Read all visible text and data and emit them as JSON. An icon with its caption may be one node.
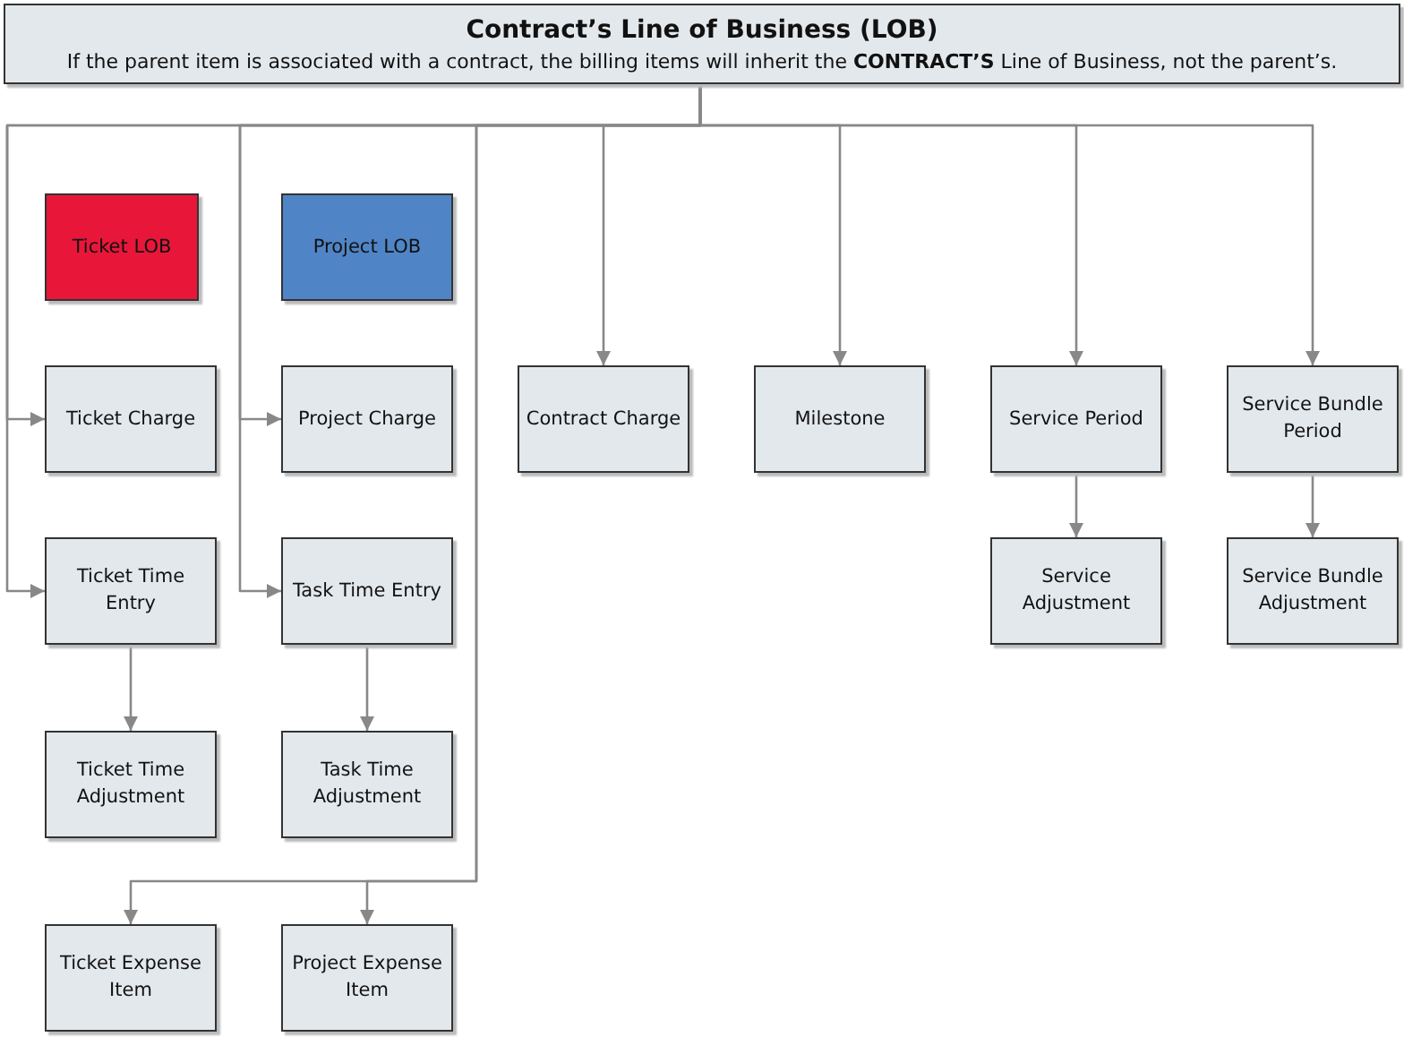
{
  "diagram": {
    "nodes": [
      {
        "text": [
          "Contract’s Line of Business (LOB)",
          "If the parent item is associated with a contract, the billing items will inherit the **CONTRACT’S** Line of Business, not the parent’s."
        ]
      },
      {
        "text": [
          "Ticket LOB"
        ]
      },
      {
        "text": [
          "Project LOB"
        ]
      },
      {
        "text": [
          "Ticket Charge"
        ]
      },
      {
        "text": [
          "Project Charge"
        ]
      },
      {
        "text": [
          "Contract Charge"
        ]
      },
      {
        "text": [
          "Milestone"
        ]
      },
      {
        "text": [
          "Service Period"
        ]
      },
      {
        "text": [
          "Service Bundle Period"
        ]
      },
      {
        "text": [
          "Ticket Time Entry"
        ]
      },
      {
        "text": [
          "Task Time Entry"
        ]
      },
      {
        "text": [
          "Service Adjustment"
        ]
      },
      {
        "text": [
          "Service Bundle Adjustment"
        ]
      },
      {
        "text": [
          "Ticket Time Adjustment"
        ]
      },
      {
        "text": [
          "Task Time Adjustment"
        ]
      },
      {
        "text": [
          "Ticket Expense Item"
        ]
      },
      {
        "text": [
          "Project Expense Item"
        ]
      }
    ],
    "edges": [
      {
        "from": 0,
        "to": 3,
        "arrow": "to"
      },
      {
        "from": 0,
        "to": 9,
        "arrow": "to"
      },
      {
        "from": 0,
        "to": 4,
        "arrow": "to"
      },
      {
        "from": 0,
        "to": 10,
        "arrow": "to"
      },
      {
        "from": 0,
        "to": 15,
        "arrow": "to"
      },
      {
        "from": 0,
        "to": 16,
        "arrow": "to"
      },
      {
        "from": 0,
        "to": 5,
        "arrow": "to"
      },
      {
        "from": 0,
        "to": 6,
        "arrow": "to"
      },
      {
        "from": 0,
        "to": 7,
        "arrow": "to"
      },
      {
        "from": 0,
        "to": 8,
        "arrow": "to"
      },
      {
        "from": 9,
        "to": 13,
        "arrow": "to"
      },
      {
        "from": 10,
        "to": 14,
        "arrow": "to"
      },
      {
        "from": 7,
        "to": 11,
        "arrow": "to"
      },
      {
        "from": 8,
        "to": 12,
        "arrow": "to"
      }
    ]
  }
}
